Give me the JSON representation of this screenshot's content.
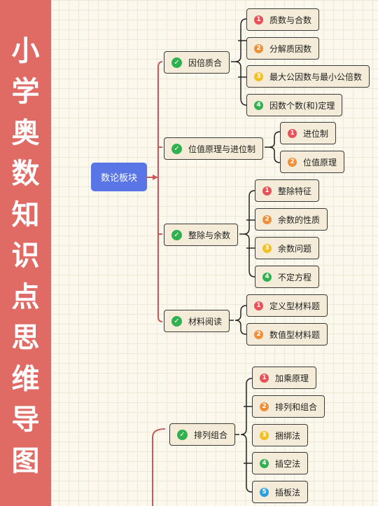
{
  "title_chars": [
    "小",
    "学",
    "奥",
    "数",
    "知",
    "识",
    "点",
    "思",
    "维",
    "导",
    "图"
  ],
  "root_label": "数论板块",
  "branches": [
    {
      "label": "因倍质合",
      "children": [
        "质数与合数",
        "分解质因数",
        "最大公因数与最小公倍数",
        "因数个数(和)定理"
      ]
    },
    {
      "label": "位值原理与进位制",
      "children": [
        "进位制",
        "位值原理"
      ]
    },
    {
      "label": "整除与余数",
      "children": [
        "整除特征",
        "余数的性质",
        "余数问题",
        "不定方程"
      ]
    },
    {
      "label": "材料阅读",
      "children": [
        "定义型材料题",
        "数值型材料题"
      ]
    },
    {
      "label": "排列组合",
      "children": [
        "加乘原理",
        "排列和组合",
        "捆绑法",
        "插空法",
        "插板法"
      ]
    }
  ],
  "badge_numbers": [
    "1",
    "2",
    "3",
    "4",
    "5"
  ],
  "colors": {
    "title_bg": "#e06a64",
    "root_bg": "#5a76e6",
    "connector": "#c95a5a",
    "check": "#2fb150",
    "badge_1": "#e8505a",
    "badge_2": "#f0903a",
    "badge_3": "#f4c020",
    "badge_4": "#2fb150",
    "badge_5": "#2aa0e0"
  },
  "icons": {
    "check": "check-circle-icon",
    "badge": "numbered-circle-icon"
  }
}
